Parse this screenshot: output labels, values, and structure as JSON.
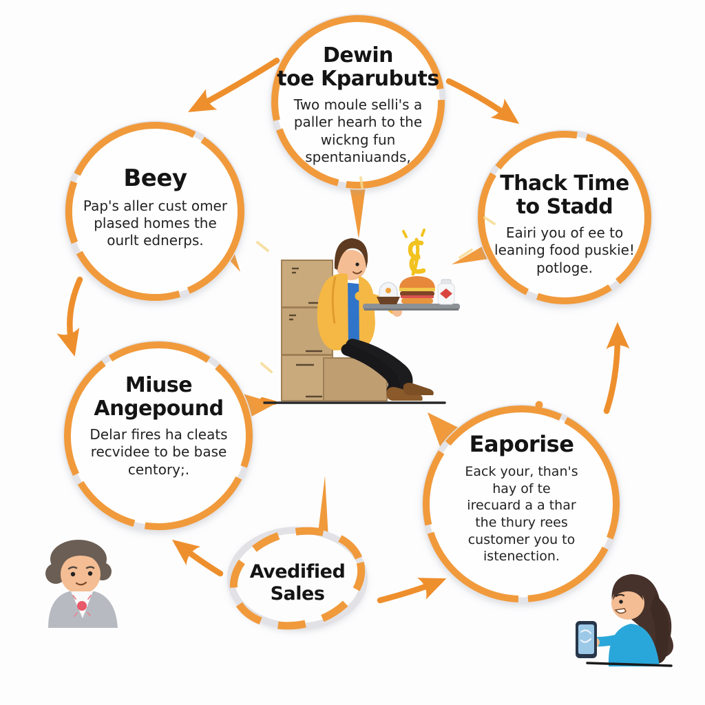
{
  "figure": {
    "type": "cycle-infographic",
    "theme": "food-delivery-process"
  },
  "colors": {
    "accent_orange": "#F09A3C",
    "arrow_orange": "#EE8F2D",
    "ring_gray": "#E4E4E8",
    "text_dark": "#1B1B1B",
    "box_tan": "#C9AA7D",
    "jacket_yellow": "#F5B844",
    "shirt_blue": "#2F74C8",
    "woman_top_blue": "#2AA7DA"
  },
  "nodes": [
    {
      "id": "define-products",
      "title": "Dewin\ntoe Kparubuts",
      "body": "Two moule selli's a\npaller hearh to the\nwickng fun\nspentaniuands,"
    },
    {
      "id": "beey",
      "title": "Beey",
      "body": "Pap's aller cust omer\nplased homes the\nourlt ednerps."
    },
    {
      "id": "thack-time",
      "title": "Thack Time\nto Stadd",
      "body": "Eairi you of ee to\nleaning food puskie!\npotloge."
    },
    {
      "id": "miuse-angepound",
      "title": "Miuse\nAngepound",
      "body": "Delar fires ha cleats\nrecvidee to be base\ncentory;."
    },
    {
      "id": "avedified-sales",
      "title": "Avedified\nSales",
      "body": ""
    },
    {
      "id": "eaporise",
      "title": "Eaporise",
      "body": "Eack your, than's\nhay of te\nirecuard a a thar\nthe thury rees\ncustomer you to\nistenection."
    }
  ],
  "illustrations": {
    "center": "man-sitting-on-cardboard-boxes-holding-food-tray-with-burger",
    "bottom_left": "man-bust-gray-jacket-red-pendant",
    "bottom_right": "woman-in-blue-using-smartphone"
  }
}
